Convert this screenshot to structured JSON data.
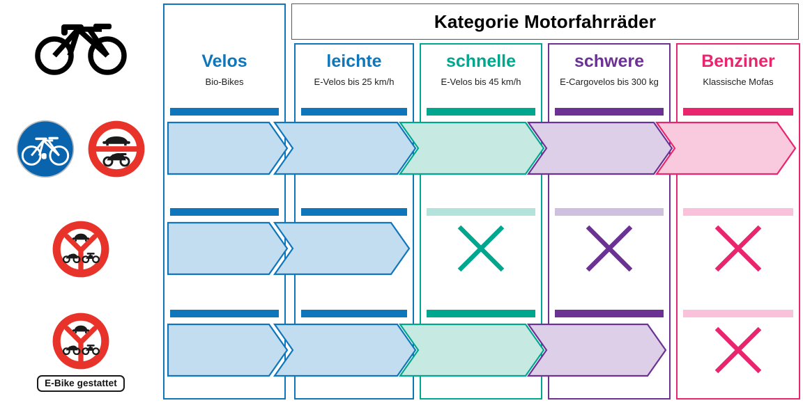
{
  "header": {
    "title": "Kategorie Motorfahrräder",
    "box_border": "#58585a"
  },
  "sidebar": {
    "rows": [
      {
        "name": "bike-pictogram-row",
        "icons": [
          "bicycle-pictogram"
        ]
      },
      {
        "name": "signs-row-1",
        "icons": [
          "bicycle-path-sign",
          "no-motor-vehicles-sign"
        ]
      },
      {
        "name": "signs-row-2",
        "icons": [
          "no-motor-vehicles-y-sign"
        ]
      },
      {
        "name": "signs-row-3",
        "icons": [
          "no-motor-vehicles-y-sign",
          "ebike-allowed-plate"
        ]
      }
    ],
    "plate_label": "E-Bike gestattet",
    "sign_red": "#e8332a",
    "sign_blue": "#0a64ad"
  },
  "columns": [
    {
      "key": "velos",
      "title": "Velos",
      "subtitle": "Bio-Bikes",
      "color": "#0f76bc",
      "light": "#c2dcf0",
      "pale": "#c2dcf0"
    },
    {
      "key": "leichte",
      "title": "leichte",
      "subtitle": "E-Velos bis 25 km/h",
      "color": "#0f76bc",
      "light": "#c2dcf0",
      "pale": "#c2dcf0"
    },
    {
      "key": "schnelle",
      "title": "schnelle",
      "subtitle": "E-Velos bis 45 km/h",
      "color": "#00a78e",
      "light": "#c6e9e2",
      "pale": "#b3e3da"
    },
    {
      "key": "schwere",
      "title": "schwere",
      "subtitle": "E-Cargovelos bis 300 kg",
      "color": "#6b3294",
      "light": "#ddcfe8",
      "pale": "#cfc0df"
    },
    {
      "key": "benziner",
      "title": "Benziner",
      "subtitle": "Klassische Mofas",
      "color": "#e9256e",
      "light": "#f9c9dd",
      "pale": "#f9c2da"
    }
  ],
  "matrix": {
    "rows": [
      {
        "key": "row-1",
        "sign": "bicycle-path-and-no-motor-vehicles",
        "cells": [
          "allowed",
          "allowed",
          "allowed",
          "allowed",
          "allowed"
        ],
        "arrow_end": 4
      },
      {
        "key": "row-2",
        "sign": "no-motor-vehicles-y",
        "cells": [
          "allowed",
          "allowed",
          "forbidden",
          "forbidden",
          "forbidden"
        ],
        "arrow_end": 1
      },
      {
        "key": "row-3",
        "sign": "no-motor-vehicles-y-with-ebike-plate",
        "cells": [
          "allowed",
          "allowed",
          "allowed",
          "allowed",
          "forbidden"
        ],
        "arrow_end": 3
      }
    ]
  }
}
